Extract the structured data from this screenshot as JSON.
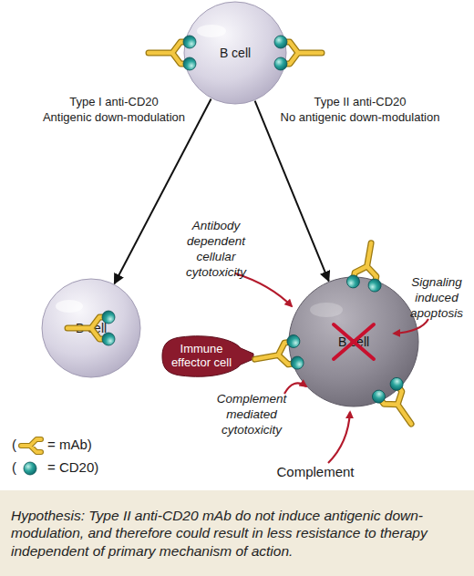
{
  "diagram": {
    "nodes": [
      {
        "text": [
          "B cell"
        ]
      },
      {
        "text": [
          "B cell"
        ]
      },
      {
        "text": [
          "B cell"
        ]
      },
      {
        "text": [
          "Immune effector cell"
        ]
      },
      {
        "text": [
          "Hypothesis: Type II anti-CD20 mAb do not induce antigenic down-modulation, and therefore could result in less resistance to therapy independent of primary mechanism of action."
        ]
      }
    ],
    "edges": [
      {
        "from": 0,
        "to": 1,
        "arrow": "to"
      },
      {
        "from": 0,
        "to": 2,
        "arrow": "to"
      }
    ],
    "labels": [
      "Type I anti-CD20",
      "Antigenic down-modulation",
      "Type II anti-CD20",
      "No antigenic down-modulation",
      "Antibody dependent cellular cytotoxicity",
      "Signaling induced apoptosis",
      "Complement mediated cytotoxicity",
      "Complement",
      "(",
      "("
    ],
    "legend": [
      {
        "text": "= mAb)"
      },
      {
        "text": "= CD20)"
      }
    ]
  }
}
